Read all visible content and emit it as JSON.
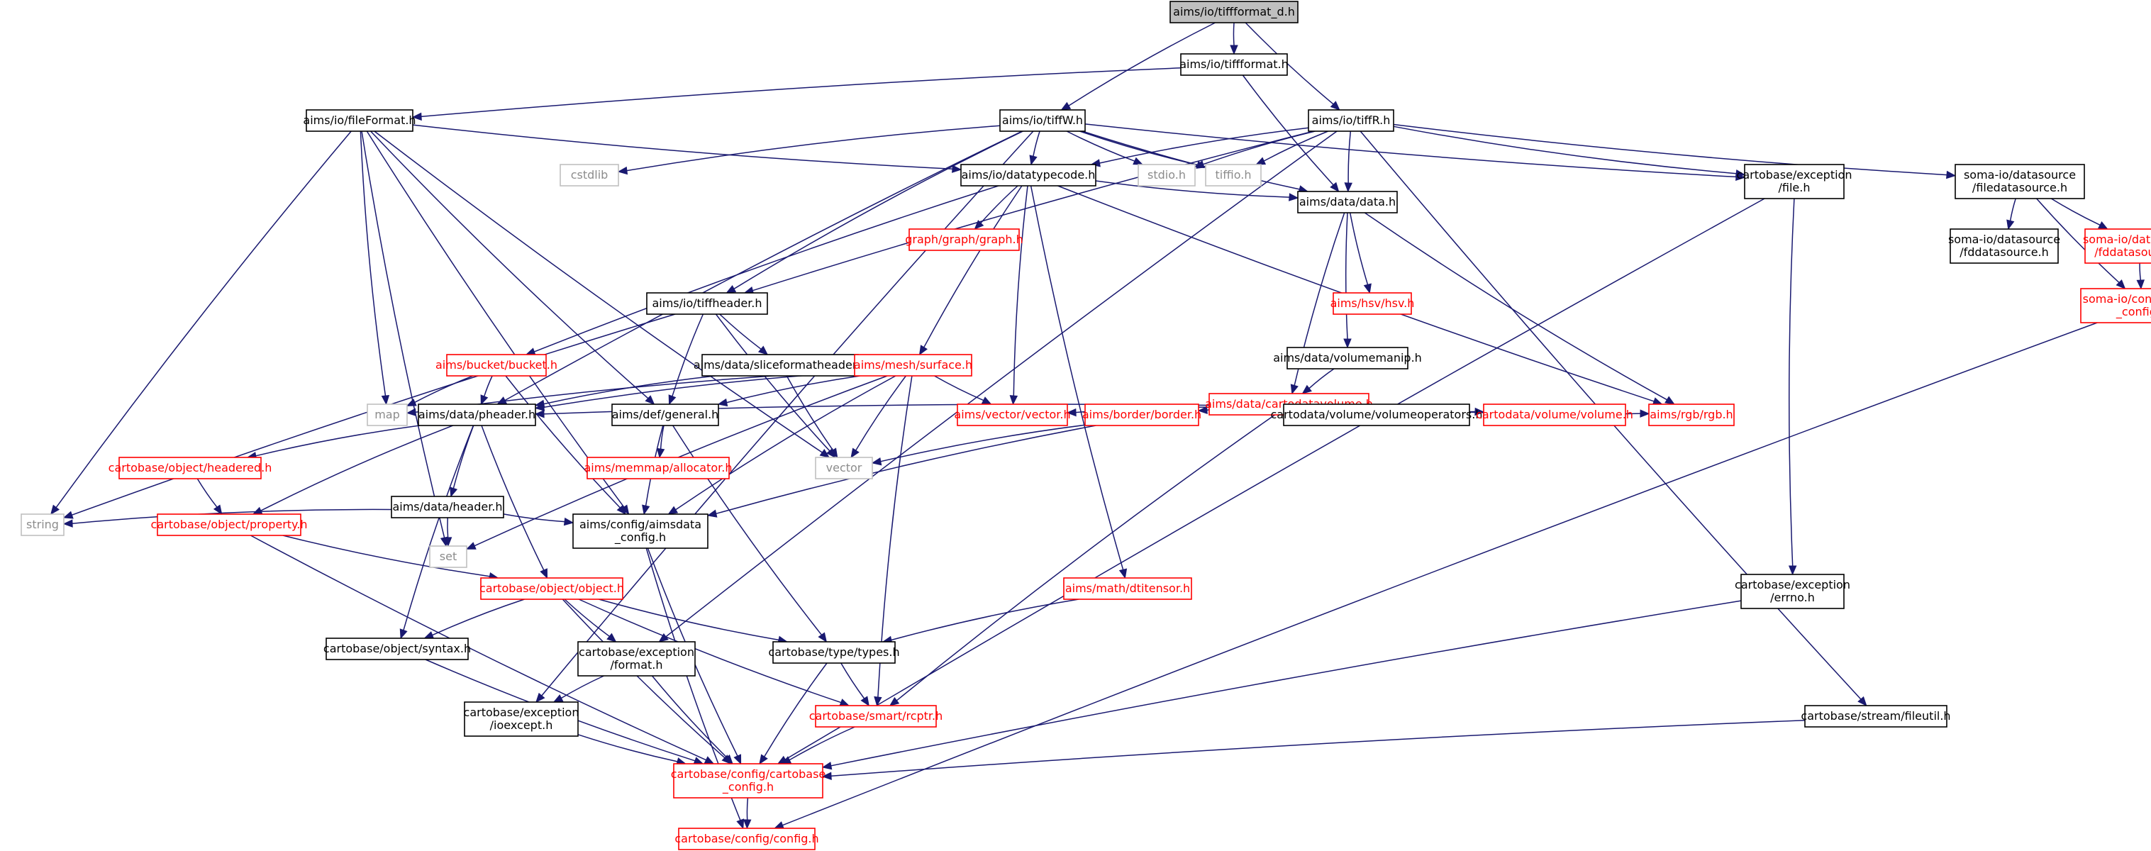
{
  "nodes": [
    {
      "id": "n0",
      "lines": [
        "aims/io/tiffformat_d.h"
      ],
      "style": "root"
    },
    {
      "id": "n1",
      "lines": [
        "aims/io/tiffformat.h"
      ],
      "style": "normal"
    },
    {
      "id": "n2",
      "lines": [
        "aims/io/fileFormat.h"
      ],
      "style": "normal"
    },
    {
      "id": "n3",
      "lines": [
        "aims/io/tiffW.h"
      ],
      "style": "normal"
    },
    {
      "id": "n4",
      "lines": [
        "aims/io/tiffR.h"
      ],
      "style": "normal"
    },
    {
      "id": "n5",
      "lines": [
        "cstdlib"
      ],
      "style": "external"
    },
    {
      "id": "n6",
      "lines": [
        "aims/io/datatypecode.h"
      ],
      "style": "normal"
    },
    {
      "id": "n7",
      "lines": [
        "stdio.h"
      ],
      "style": "external"
    },
    {
      "id": "n8",
      "lines": [
        "tiffio.h"
      ],
      "style": "external"
    },
    {
      "id": "n9",
      "lines": [
        "cartobase/exception",
        "/file.h"
      ],
      "style": "normal"
    },
    {
      "id": "n10",
      "lines": [
        "soma-io/datasource",
        "/filedatasource.h"
      ],
      "style": "normal"
    },
    {
      "id": "n11",
      "lines": [
        "graph/graph/graph.h"
      ],
      "style": "truncated"
    },
    {
      "id": "n12",
      "lines": [
        "aims/data/data.h"
      ],
      "style": "normal"
    },
    {
      "id": "n13",
      "lines": [
        "soma-io/datasource",
        "/fddatasource.h"
      ],
      "style": "normal"
    },
    {
      "id": "n14",
      "lines": [
        "soma-io/datasource",
        "/fddatasource.h"
      ],
      "style": "truncated"
    },
    {
      "id": "n15",
      "lines": [
        "soma-io/config/soma",
        "_config.h"
      ],
      "style": "truncated"
    },
    {
      "id": "n16",
      "lines": [
        "aims/io/tiffheader.h"
      ],
      "style": "normal"
    },
    {
      "id": "n17",
      "lines": [
        "aims/hsv/hsv.h"
      ],
      "style": "truncated"
    },
    {
      "id": "n18",
      "lines": [
        "aims/data/volumemanip.h"
      ],
      "style": "normal"
    },
    {
      "id": "n19",
      "lines": [
        "aims/bucket/bucket.h"
      ],
      "style": "truncated"
    },
    {
      "id": "n20",
      "lines": [
        "aims/data/sliceformatheader.h"
      ],
      "style": "normal"
    },
    {
      "id": "n21",
      "lines": [
        "aims/mesh/surface.h"
      ],
      "style": "truncated"
    },
    {
      "id": "n22",
      "lines": [
        "aims/data/cartodatavolume.h"
      ],
      "style": "truncated"
    },
    {
      "id": "n23",
      "lines": [
        "map"
      ],
      "style": "external"
    },
    {
      "id": "n24",
      "lines": [
        "aims/data/pheader.h"
      ],
      "style": "normal"
    },
    {
      "id": "n25",
      "lines": [
        "aims/def/general.h"
      ],
      "style": "normal"
    },
    {
      "id": "n26",
      "lines": [
        "aims/vector/vector.h"
      ],
      "style": "truncated"
    },
    {
      "id": "n27",
      "lines": [
        "aims/border/border.h"
      ],
      "style": "truncated"
    },
    {
      "id": "n28",
      "lines": [
        "cartodata/volume/volumeoperators.h"
      ],
      "style": "normal"
    },
    {
      "id": "n29",
      "lines": [
        "cartodata/volume/volume.h"
      ],
      "style": "truncated"
    },
    {
      "id": "n30",
      "lines": [
        "aims/rgb/rgb.h"
      ],
      "style": "truncated"
    },
    {
      "id": "n31",
      "lines": [
        "cartobase/object/headered.h"
      ],
      "style": "truncated"
    },
    {
      "id": "n32",
      "lines": [
        "aims/memmap/allocator.h"
      ],
      "style": "truncated"
    },
    {
      "id": "n33",
      "lines": [
        "vector"
      ],
      "style": "external"
    },
    {
      "id": "n34",
      "lines": [
        "aims/data/header.h"
      ],
      "style": "normal"
    },
    {
      "id": "n35",
      "lines": [
        "string"
      ],
      "style": "external"
    },
    {
      "id": "n36",
      "lines": [
        "set"
      ],
      "style": "external"
    },
    {
      "id": "n37",
      "lines": [
        "aims/config/aimsdata",
        "_config.h"
      ],
      "style": "normal"
    },
    {
      "id": "n38",
      "lines": [
        "cartobase/object/property.h"
      ],
      "style": "truncated"
    },
    {
      "id": "n39",
      "lines": [
        "cartobase/object/object.h"
      ],
      "style": "truncated"
    },
    {
      "id": "n40",
      "lines": [
        "aims/math/dtitensor.h"
      ],
      "style": "truncated"
    },
    {
      "id": "n41",
      "lines": [
        "cartobase/exception",
        "/errno.h"
      ],
      "style": "normal"
    },
    {
      "id": "n42",
      "lines": [
        "cartobase/object/syntax.h"
      ],
      "style": "normal"
    },
    {
      "id": "n43",
      "lines": [
        "cartobase/exception",
        "/format.h"
      ],
      "style": "normal"
    },
    {
      "id": "n44",
      "lines": [
        "cartobase/type/types.h"
      ],
      "style": "normal"
    },
    {
      "id": "n45",
      "lines": [
        "cartobase/exception",
        "/ioexcept.h"
      ],
      "style": "normal"
    },
    {
      "id": "n46",
      "lines": [
        "cartobase/smart/rcptr.h"
      ],
      "style": "truncated"
    },
    {
      "id": "n47",
      "lines": [
        "cartobase/stream/fileutil.h"
      ],
      "style": "normal"
    },
    {
      "id": "n48",
      "lines": [
        "cartobase/config/cartobase",
        "_config.h"
      ],
      "style": "truncated"
    },
    {
      "id": "n49",
      "lines": [
        "cartobase/config/config.h"
      ],
      "style": "truncated"
    }
  ],
  "colors": {
    "edge": "#191970",
    "normal_border": "#000000",
    "normal_text": "#000000",
    "truncated_border": "#ff0000",
    "truncated_text": "#ff0000",
    "external_border": "#bfbfbf",
    "external_text": "#8c8c8c",
    "root_fill": "#bfbfbf"
  }
}
